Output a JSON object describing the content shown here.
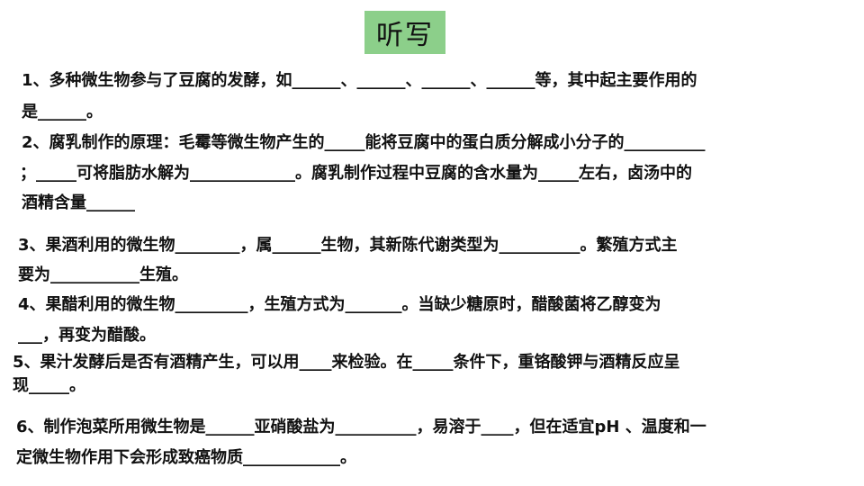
{
  "title": "听写",
  "accent_color": "#8ccf8a",
  "lines": [
    "1、多种微生物参与了豆腐的发酵，如______、______、______、______等，其中起主要作用的",
    "是______。",
    "2、腐乳制作的原理：毛霉等微生物产生的_____能将豆腐中的蛋白质分解成小分子的__________",
    "；_____可将脂肪水解为_____________。腐乳制作过程中豆腐的含水量为_____左右，卤汤中的",
    "酒精含量______",
    "3、果酒利用的微生物________，属______生物，其新陈代谢类型为__________。繁殖方式主",
    "要为___________生殖。",
    "4、果醋利用的微生物_________，生殖方式为_______。当缺少糖原时，醋酸菌将乙醇变为",
    "___，再变为醋酸。",
    "5、果汁发酵后是否有酒精产生，可以用____来检验。在_____条件下，重铬酸钾与酒精反应呈",
    "现_____。",
    "6、制作泡菜所用微生物是______亚硝酸盐为__________，易溶于____，但在适宜pH 、温度和一",
    "定微生物作用下会形成致癌物质____________。"
  ]
}
